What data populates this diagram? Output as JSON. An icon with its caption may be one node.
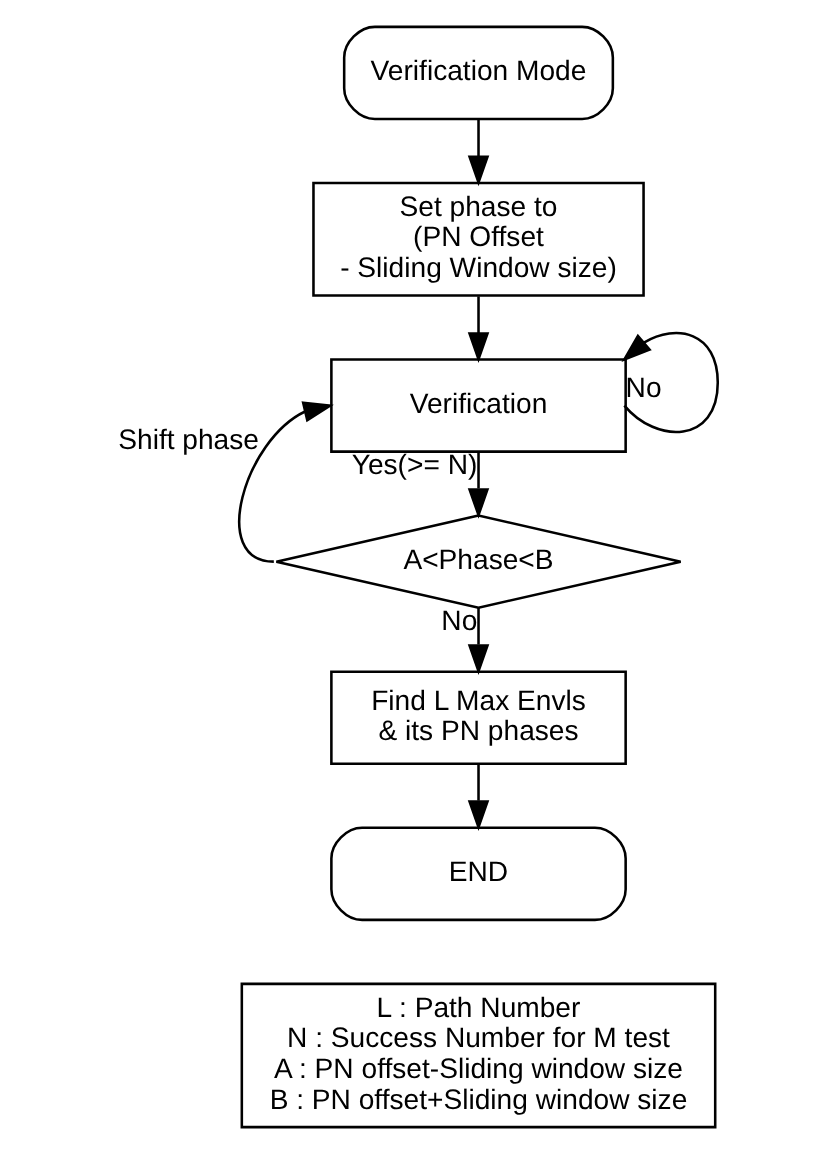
{
  "diagram": {
    "nodes": [
      {
        "text": [
          "Verification Mode"
        ]
      },
      {
        "text": [
          "Set phase to (PN Offset - Sliding Window size)"
        ]
      },
      {
        "text": [
          "Verification"
        ]
      },
      {
        "text": [
          "A<Phase<B"
        ]
      },
      {
        "text": [
          "Find L Max Envls & its PN phases"
        ]
      },
      {
        "text": [
          "END"
        ]
      },
      {
        "text": [
          "L : Path Number",
          "N : Success Number for M test",
          "A : PN offset-Sliding window size",
          "B : PN offset+Sliding window size"
        ]
      }
    ],
    "edges": [
      {
        "from": 0,
        "to": 1,
        "arrow": "to"
      },
      {
        "from": 1,
        "to": 2,
        "arrow": "to"
      },
      {
        "from": 2,
        "to": 2,
        "arrow": "to",
        "label": "No"
      },
      {
        "from": 2,
        "to": 3,
        "arrow": "to",
        "label": "Yes(>= N)"
      },
      {
        "from": 3,
        "to": 2,
        "arrow": "to",
        "label": "Shift phase"
      },
      {
        "from": 3,
        "to": 4,
        "arrow": "to",
        "label": "No"
      },
      {
        "from": 4,
        "to": 5,
        "arrow": "to"
      }
    ]
  }
}
